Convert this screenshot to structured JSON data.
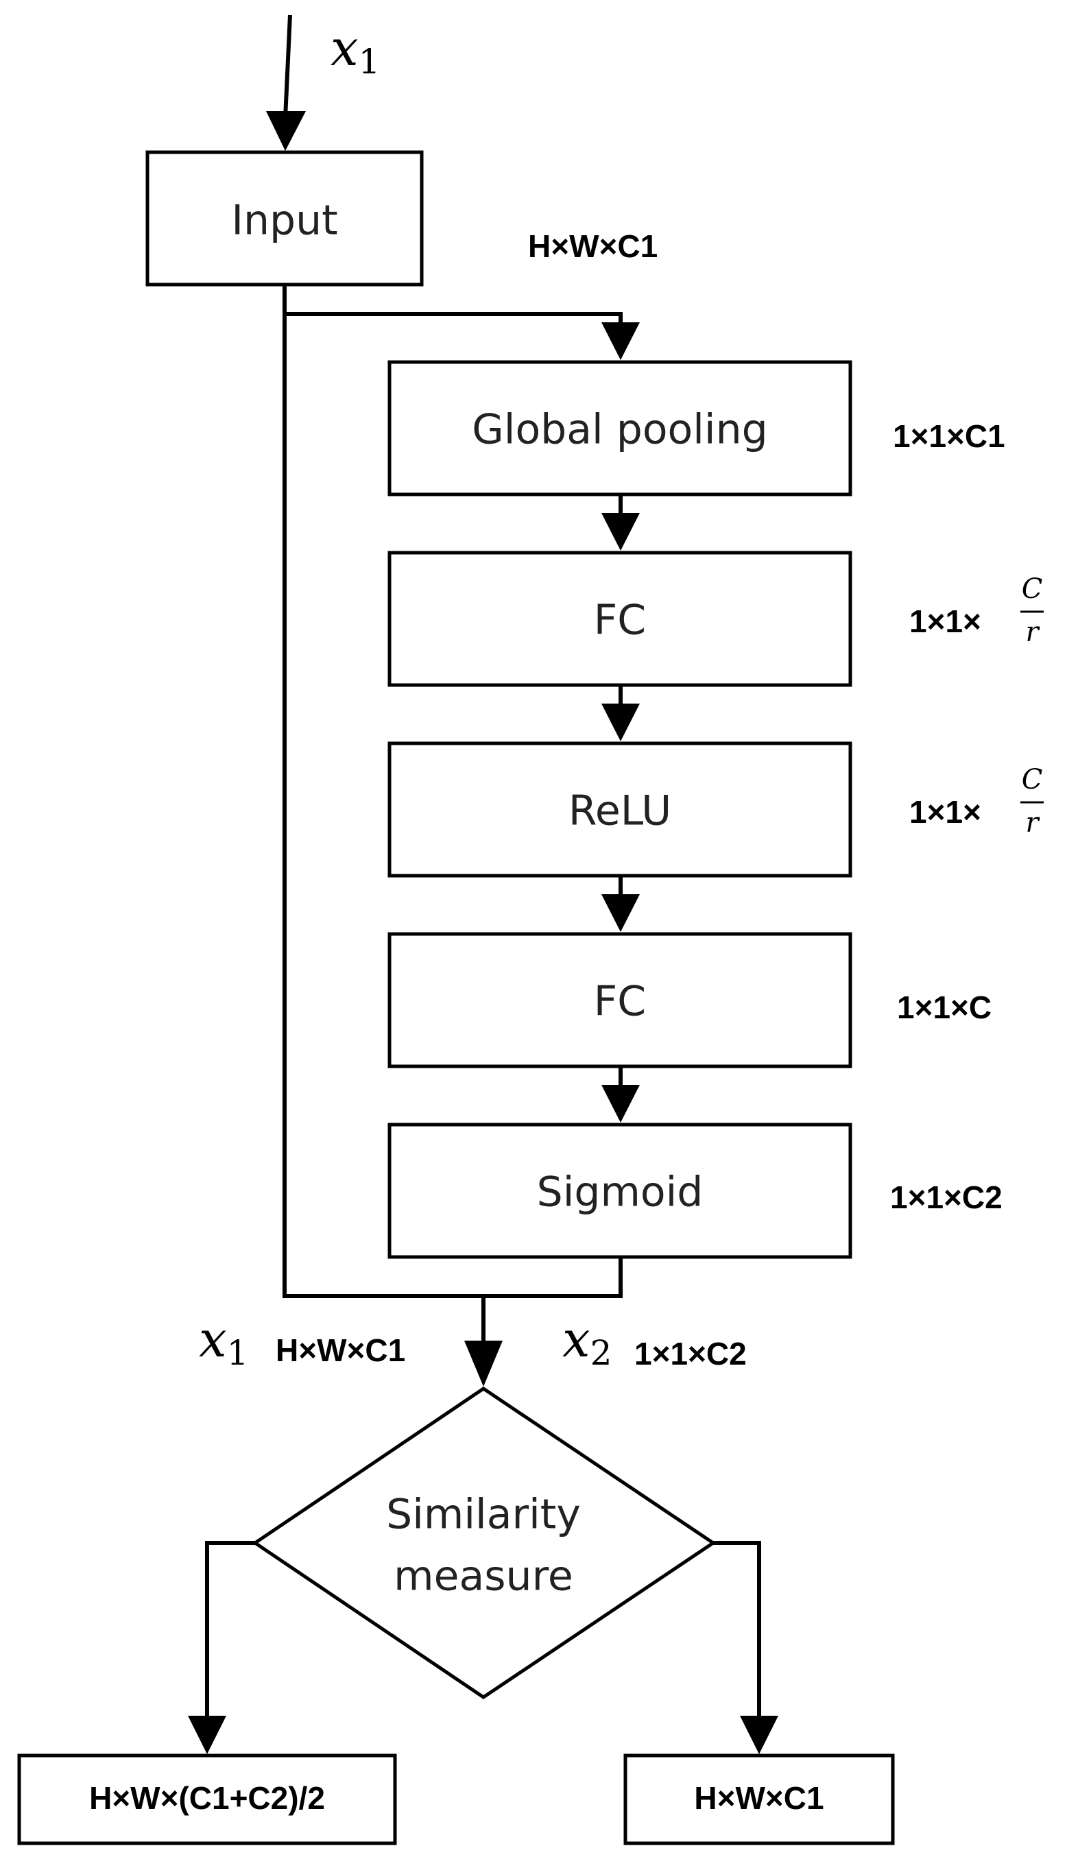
{
  "top_input_var": "x",
  "top_input_sub": "1",
  "nodes": {
    "input": "Input",
    "global_pooling": "Global pooling",
    "fc1": "FC",
    "relu": "ReLU",
    "fc2": "FC",
    "sigmoid": "Sigmoid",
    "similarity_line1": "Similarity",
    "similarity_line2": "measure",
    "output_left": "H×W×(C1+C2)/2",
    "output_right": "H×W×C1"
  },
  "dims": {
    "input": "H×W×C1",
    "global_pooling": "1×1×C1",
    "fc1_prefix": "1×1×",
    "fc1_num": "C",
    "fc1_den": "r",
    "relu_prefix": "1×1×",
    "relu_num": "C",
    "relu_den": "r",
    "fc2": "1×1×C",
    "sigmoid": "1×1×C2"
  },
  "merge": {
    "x1_var": "x",
    "x1_sub": "1",
    "x1_dim": "H×W×C1",
    "x2_var": "x",
    "x2_sub": "2",
    "x2_dim": "1×1×C2"
  }
}
